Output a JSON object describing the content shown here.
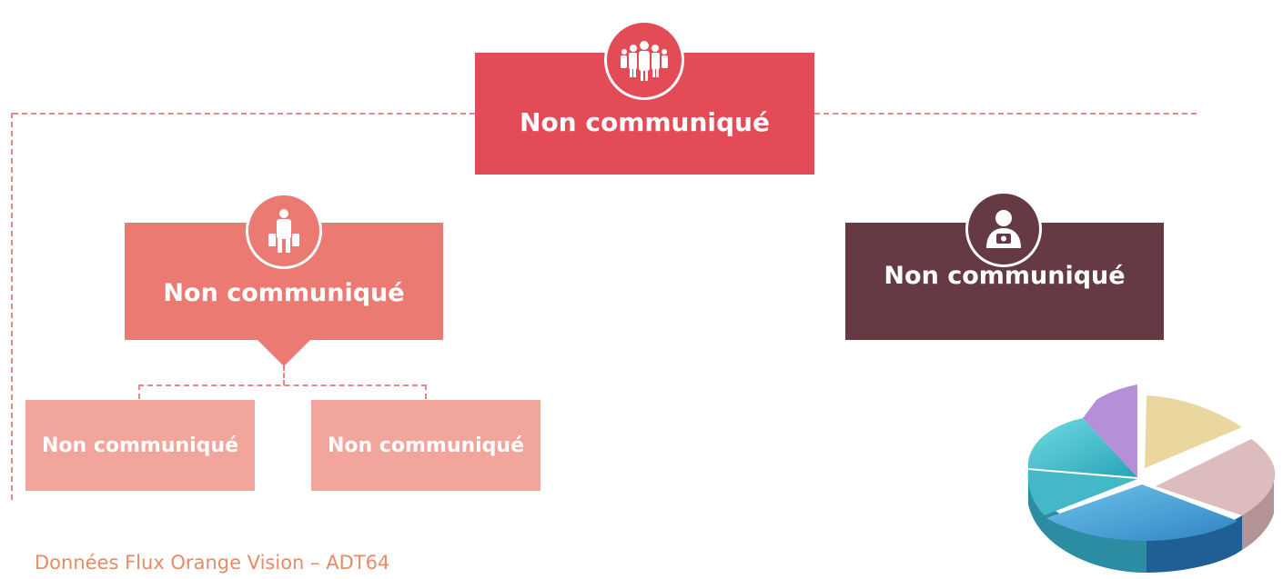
{
  "top_node": {
    "label": "Non communiqué",
    "icon": "group-people-icon",
    "color": "#e34b57"
  },
  "left_node": {
    "label": "Non communiqué",
    "icon": "traveler-with-luggage-icon",
    "color": "#ea7a72"
  },
  "right_node": {
    "label": "Non communiqué",
    "icon": "photographer-icon",
    "color": "#663a43"
  },
  "left_children": [
    {
      "label": "Non communiqué",
      "color": "#f2a59b"
    },
    {
      "label": "Non communiqué",
      "color": "#f2a59b"
    }
  ],
  "pie_chart": {
    "icon": "3d-pie-chart-icon",
    "slice_colors": [
      "#b58fd8",
      "#e8d49b",
      "#dcb9b9",
      "#4da7d8",
      "#46c0c9"
    ]
  },
  "footer": {
    "text": "Données Flux Orange Vision – ADT64"
  }
}
